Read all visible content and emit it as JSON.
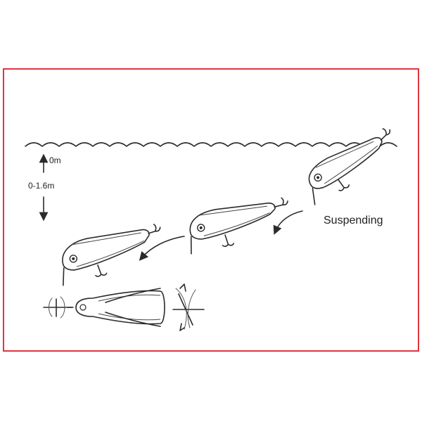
{
  "labels": {
    "top_depth": "0m",
    "depth_range": "0-1.6m",
    "action": "Suspending"
  },
  "colors": {
    "frame": "#e0353e",
    "ink": "#2b2b2b"
  },
  "icons": [
    "water-surface-wave",
    "fishing-lure",
    "treble-hook",
    "curved-arrow",
    "depth-arrow",
    "wobble-motion-icon",
    "roll-motion-icon"
  ]
}
